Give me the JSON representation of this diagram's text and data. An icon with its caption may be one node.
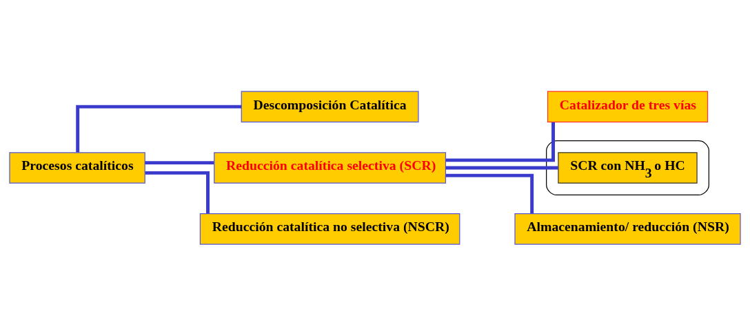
{
  "diagram": {
    "nodes": [
      {
        "text": [
          "Procesos catalíticos"
        ]
      },
      {
        "text": [
          "Descomposición Catalítica"
        ]
      },
      {
        "text": [
          "Reducción catalítica selectiva (SCR)"
        ]
      },
      {
        "text": [
          "Reducción catalítica no selectiva (NSCR)"
        ]
      },
      {
        "text": [
          "Catalizador de tres vías"
        ]
      },
      {
        "text": [],
        "shape": "ellipse"
      },
      {
        "text": [
          "SCR con NH$_{3}$ o HC"
        ],
        "in": 5
      },
      {
        "text": [
          "Almacenamiento/ reducción (NSR)"
        ]
      }
    ],
    "edges": [
      {
        "from": 0,
        "to": 1,
        "arrow": "none"
      },
      {
        "from": 0,
        "to": 2,
        "arrow": "none"
      },
      {
        "from": 0,
        "to": 3,
        "arrow": "none"
      },
      {
        "from": 2,
        "to": 4,
        "arrow": "none"
      },
      {
        "from": 2,
        "to": 6,
        "arrow": "none"
      },
      {
        "from": 2,
        "to": 7,
        "arrow": "none"
      }
    ]
  }
}
